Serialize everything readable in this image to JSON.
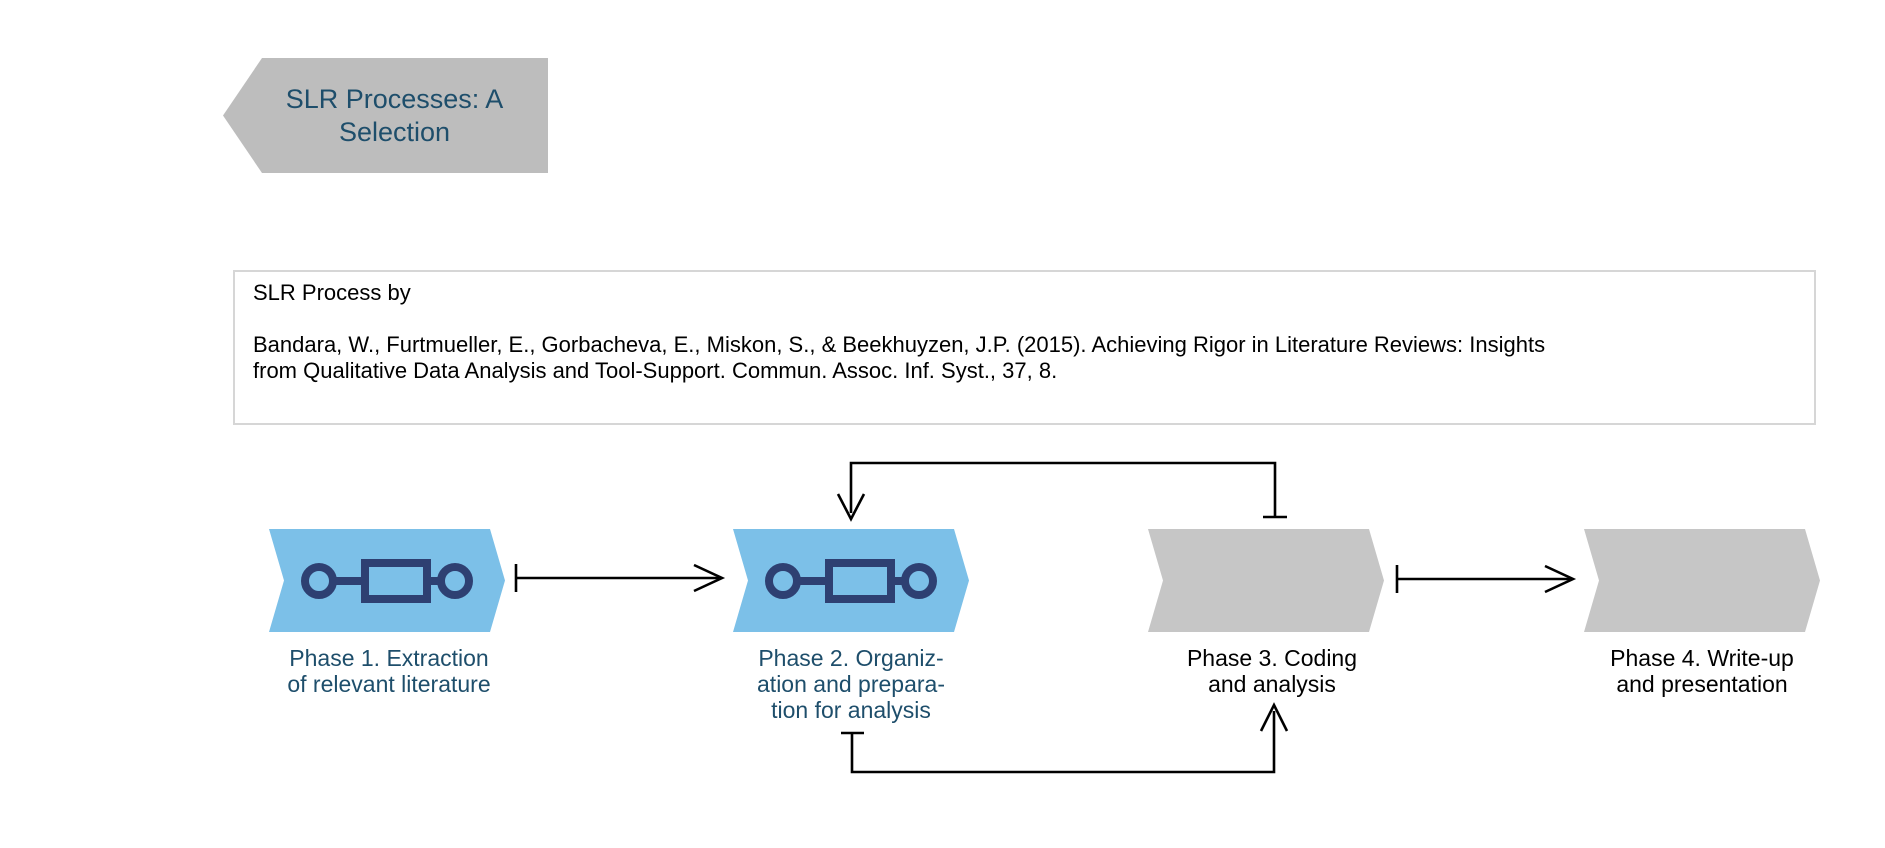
{
  "title_banner": {
    "text": "SLR Processes: A Selection"
  },
  "source_box": {
    "heading": "SLR Process by",
    "citation": "Bandara, W., Furtmueller, E., Gorbacheva, E., Miskon, S., & Beekhuyzen, J.P. (2015). Achieving Rigor in Literature Reviews: Insights from Qualitative Data Analysis and Tool-Support. Commun. Assoc. Inf. Syst., 37, 8."
  },
  "phases": [
    {
      "name": "phase-1",
      "lines": [
        "Phase 1. Extraction",
        "of relevant literature"
      ],
      "fill": "#7cc0e8",
      "text_color": "#1e4e6b",
      "icon": "process-chain-icon"
    },
    {
      "name": "phase-2",
      "lines": [
        "Phase 2. Organiz-",
        "ation and prepara-",
        "tion for analysis"
      ],
      "fill": "#7cc0e8",
      "text_color": "#1e4e6b",
      "icon": "process-chain-icon"
    },
    {
      "name": "phase-3",
      "lines": [
        "Phase 3. Coding",
        "and analysis"
      ],
      "fill": "#c6c6c6",
      "text_color": "#000000",
      "icon": null
    },
    {
      "name": "phase-4",
      "lines": [
        "Phase 4. Write-up",
        "and presentation"
      ],
      "fill": "#c6c6c6",
      "text_color": "#000000",
      "icon": null
    }
  ],
  "arrows": [
    {
      "name": "arrow-phase1-to-phase2",
      "from": "phase-1",
      "to": "phase-2",
      "style": "bar-tail, open head"
    },
    {
      "name": "arrow-phase3-to-phase4",
      "from": "phase-3",
      "to": "phase-4",
      "style": "bar-tail, open head"
    },
    {
      "name": "feedback-arrow-phase3-to-phase2",
      "from": "phase-3",
      "to": "phase-2",
      "route": "over-top",
      "style": "bar-tail, open head"
    },
    {
      "name": "feedback-arrow-phase2-to-phase3",
      "from": "phase-2",
      "to": "phase-3",
      "route": "under-bottom",
      "style": "bar-tail, open head"
    }
  ],
  "colors": {
    "banner_gray": "#bdbdbd",
    "chevron_blue": "#7cc0e8",
    "chevron_gray": "#c6c6c6",
    "icon_navy": "#2e4072",
    "accent_text": "#1e4e6b",
    "arrow": "#000000",
    "box_border": "#d6d6d6"
  }
}
